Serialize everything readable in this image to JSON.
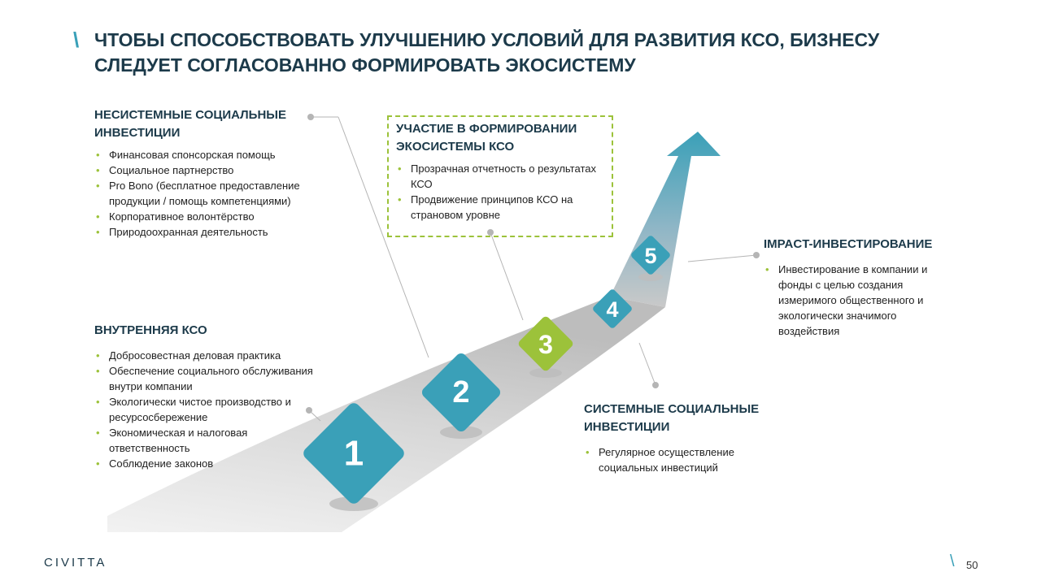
{
  "title": "ЧТОБЫ СПОСОБСТВОВАТЬ УЛУЧШЕНИЮ УСЛОВИЙ ДЛЯ РАЗВИТИЯ КСО, БИЗНЕСУ СЛЕДУЕТ СОГЛАСОВАННО ФОРМИРОВАТЬ ЭКОСИСТЕМУ",
  "slash": "\\",
  "colors": {
    "teal": "#3aa0b8",
    "green": "#9cc23a",
    "dark": "#1c3a4a",
    "road": "#e1e1e1"
  },
  "blocks": {
    "unsystemic": {
      "heading": "НЕСИСТЕМНЫЕ СОЦИАЛЬНЫЕ ИНВЕСТИЦИИ",
      "items": [
        "Финансовая спонсорская помощь",
        "Социальное партнерство",
        "Pro Bono (бесплатное предоставление продукции / помощь компетенциями)",
        "Корпоративное волонтёрство",
        "Природоохранная деятельность"
      ]
    },
    "ecosystem": {
      "heading": "УЧАСТИЕ В ФОРМИРОВАНИИ ЭКОСИСТЕМЫ КСО",
      "items": [
        "Прозрачная отчетность о результатах КСО",
        "Продвижение принципов КСО на страновом уровне"
      ]
    },
    "impact": {
      "heading": "IMPACT-ИНВЕСТИРОВАНИЕ",
      "items": [
        "Инвестирование в компании и фонды с целью создания измеримого общественного и экологически значимого воздействия"
      ]
    },
    "internal": {
      "heading": "ВНУТРЕННЯЯ КСО",
      "items": [
        "Добросовестная деловая практика",
        "Обеспечение социального обслуживания внутри компании",
        "Экологически чистое производство и ресурсосбережение",
        "Экономическая и налоговая ответственность",
        "Соблюдение законов"
      ]
    },
    "systemic": {
      "heading": "СИСТЕМНЫЕ СОЦИАЛЬНЫЕ ИНВЕСТИЦИИ",
      "items": [
        "Регулярное осуществление социальных инвестиций"
      ]
    }
  },
  "steps": [
    {
      "label": "1",
      "color": "teal"
    },
    {
      "label": "2",
      "color": "teal"
    },
    {
      "label": "3",
      "color": "green"
    },
    {
      "label": "4",
      "color": "teal"
    },
    {
      "label": "5",
      "color": "teal"
    }
  ],
  "logo": "CIVITTA",
  "page_number": "50"
}
